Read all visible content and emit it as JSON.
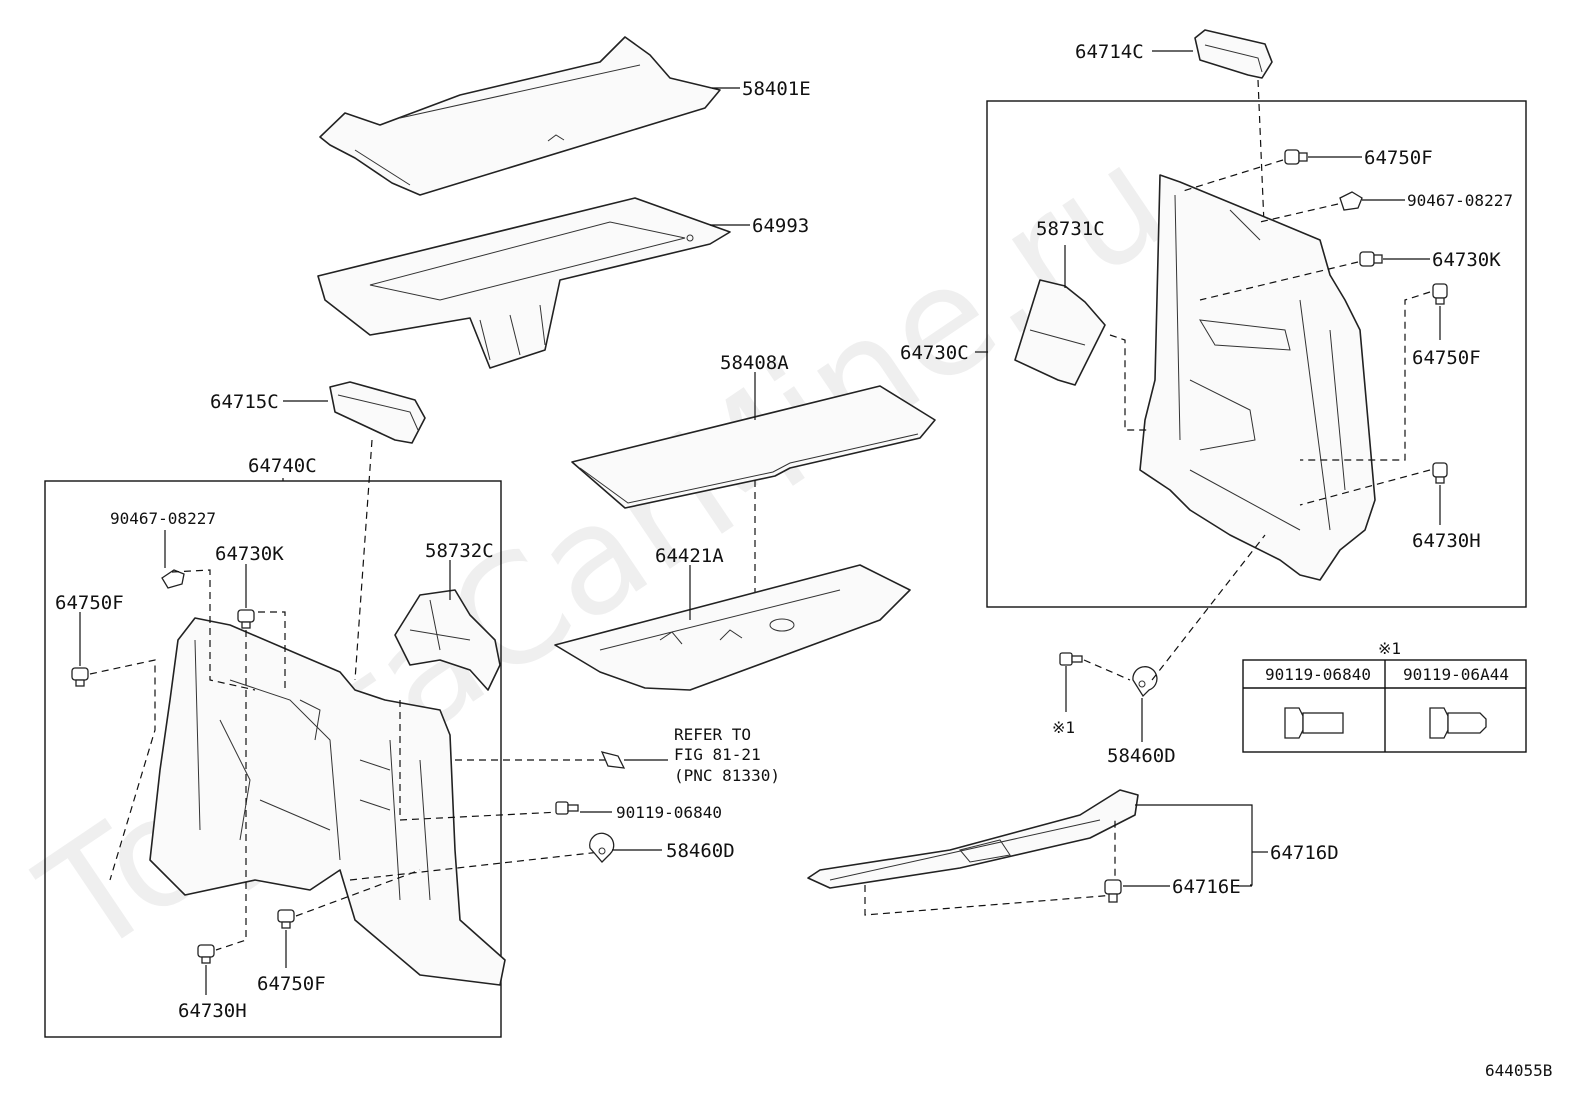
{
  "watermark": "ToyotaCarMine.ru",
  "diagram_id": "644055B",
  "parts": {
    "p58401E": "58401E",
    "p64993": "64993",
    "p58408A": "58408A",
    "p64715C": "64715C",
    "p64740C": "64740C",
    "p64421A": "64421A",
    "p58732C": "58732C",
    "p90467_left": "90467-08227",
    "p64730K_left": "64730K",
    "p64750F_left": "64750F",
    "p64750F_bottom": "64750F",
    "p64730H_left": "64730H",
    "p90119": "90119-06840",
    "p58460D_left": "58460D",
    "p64714C": "64714C",
    "p64750F_top": "64750F",
    "p90467_right": "90467-08227",
    "p58731C": "58731C",
    "p64730K_right": "64730K",
    "p64750F_right": "64750F",
    "p64730C": "64730C",
    "p64730H_right": "64730H",
    "p58460D_right": "58460D",
    "p64716D": "64716D",
    "p64716E": "64716E"
  },
  "refer": {
    "line1": "REFER TO",
    "line2": "FIG 81-21",
    "line3": "(PNC 81330)"
  },
  "note_mark": "※1",
  "note_table": {
    "mark": "※1",
    "col1": "90119-06840",
    "col2": "90119-06A44"
  }
}
